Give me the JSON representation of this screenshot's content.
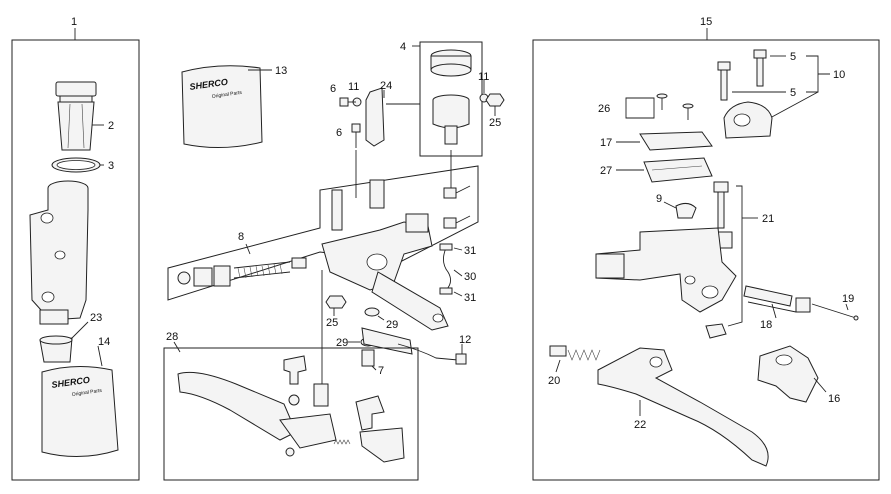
{
  "callouts": {
    "c1": "1",
    "c2": "2",
    "c3": "3",
    "c4": "4",
    "c5a": "5",
    "c5b": "5",
    "c6a": "6",
    "c6b": "6",
    "c7": "7",
    "c8": "8",
    "c9": "9",
    "c10": "10",
    "c11a": "11",
    "c11b": "11",
    "c12": "12",
    "c13": "13",
    "c14": "14",
    "c15": "15",
    "c16": "16",
    "c17": "17",
    "c18": "18",
    "c19": "19",
    "c20": "20",
    "c21": "21",
    "c22": "22",
    "c23": "23",
    "c24": "24",
    "c25a": "25",
    "c25b": "25",
    "c26": "26",
    "c27": "27",
    "c28": "28",
    "c29a": "29",
    "c29b": "29",
    "c30": "30",
    "c31a": "31",
    "c31b": "31"
  },
  "bag_label": "SHERCO",
  "bag_sublabel": "Original Parts"
}
